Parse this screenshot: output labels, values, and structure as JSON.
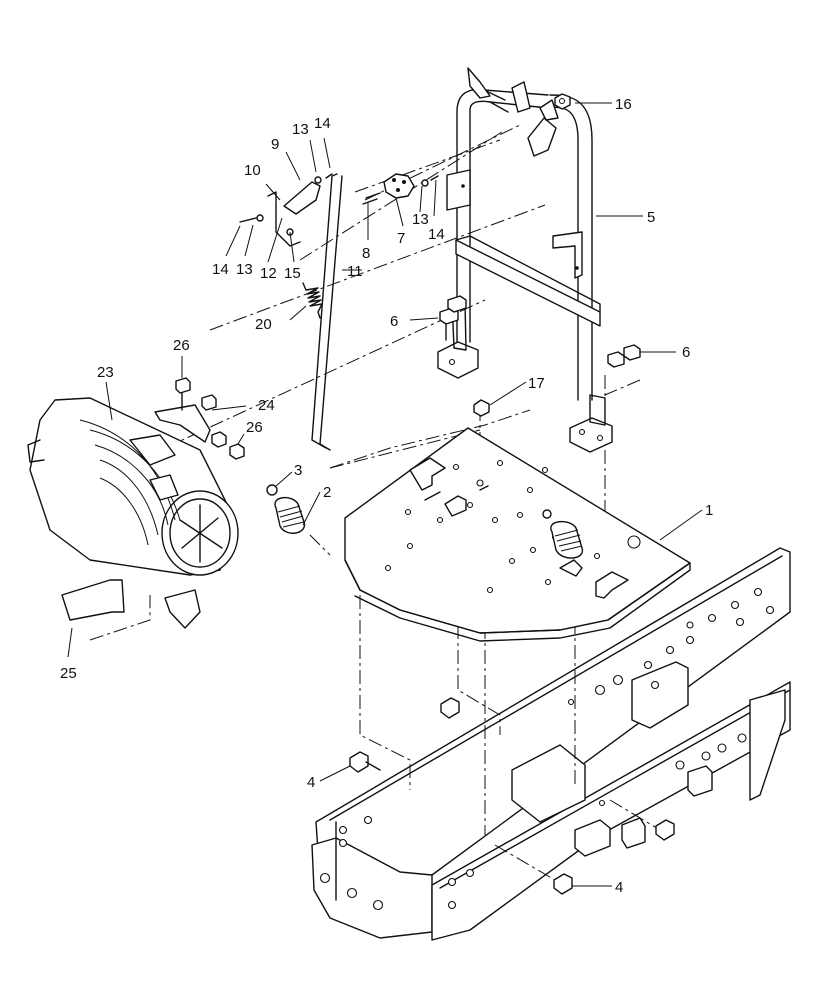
{
  "diagram": {
    "callouts": [
      "1",
      "2",
      "3",
      "4",
      "4",
      "5",
      "6",
      "6",
      "7",
      "8",
      "9",
      "10",
      "11",
      "12",
      "13",
      "13",
      "13",
      "14",
      "14",
      "14",
      "15",
      "16",
      "17",
      "20",
      "23",
      "24",
      "25",
      "26",
      "26"
    ]
  }
}
